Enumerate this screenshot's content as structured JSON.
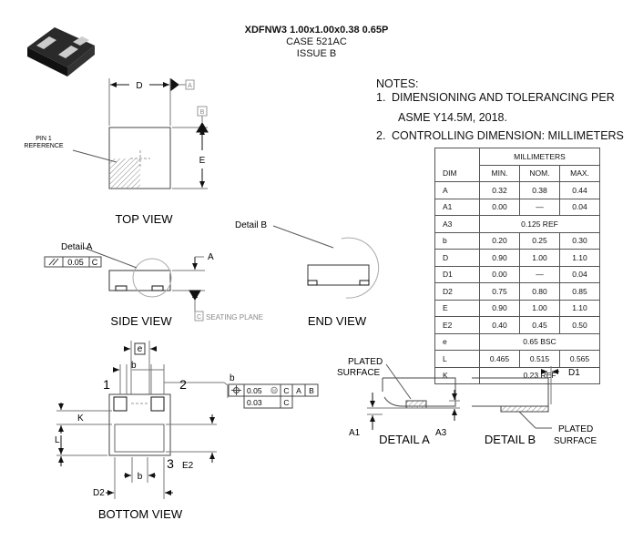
{
  "header": {
    "title": "XDFNW3 1.00x1.00x0.38 0.65P",
    "case": "CASE 521AC",
    "issue": "ISSUE B"
  },
  "notes": {
    "heading": "NOTES:",
    "items": [
      {
        "num": "1.",
        "line1": "DIMENSIONING AND TOLERANCING PER",
        "line2": "ASME Y14.5M, 2018."
      },
      {
        "num": "2.",
        "line1": "CONTROLLING DIMENSION: MILLIMETERS"
      }
    ]
  },
  "table": {
    "group_header": "MILLIMETERS",
    "headers": [
      "DIM",
      "MIN.",
      "NOM.",
      "MAX."
    ],
    "rows": [
      {
        "dim": "A",
        "min": "0.32",
        "nom": "0.38",
        "max": "0.44"
      },
      {
        "dim": "A1",
        "min": "0.00",
        "nom": "—",
        "max": "0.04"
      },
      {
        "dim": "A3",
        "span": "0.125 REF"
      },
      {
        "dim": "b",
        "min": "0.20",
        "nom": "0.25",
        "max": "0.30"
      },
      {
        "dim": "D",
        "min": "0.90",
        "nom": "1.00",
        "max": "1.10"
      },
      {
        "dim": "D1",
        "min": "0.00",
        "nom": "—",
        "max": "0.04"
      },
      {
        "dim": "D2",
        "min": "0.75",
        "nom": "0.80",
        "max": "0.85"
      },
      {
        "dim": "E",
        "min": "0.90",
        "nom": "1.00",
        "max": "1.10"
      },
      {
        "dim": "E2",
        "min": "0.40",
        "nom": "0.45",
        "max": "0.50"
      },
      {
        "dim": "e",
        "span": "0.65 BSC"
      },
      {
        "dim": "L",
        "min": "0.465",
        "nom": "0.515",
        "max": "0.565"
      },
      {
        "dim": "K",
        "span": "0.23 REF"
      }
    ]
  },
  "views": {
    "top": "TOP VIEW",
    "side": "SIDE VIEW",
    "end": "END VIEW",
    "bottom": "BOTTOM VIEW",
    "detail_a": "DETAIL A",
    "detail_b": "DETAIL B"
  },
  "labels": {
    "pin1_line1": "PIN 1",
    "pin1_line2": "REFERENCE",
    "D": "D",
    "E": "E",
    "A": "A",
    "B": "B",
    "A_box": "A",
    "B_box": "B",
    "detail_a_callout": "Detail A",
    "detail_b_callout": "Detail B",
    "seating_plane": "SEATING PLANE",
    "flatness_tol": "0.05",
    "flatness_datum": "C",
    "C": "C",
    "e": "e",
    "b": "b",
    "K": "K",
    "L": "L",
    "E2": "E2",
    "D2": "D2",
    "pin_1": "1",
    "pin_2": "2",
    "pin_3": "3",
    "pos_tol": "0.05",
    "pos_mod": "M",
    "pos_datum1": "C",
    "pos_datum2": "A",
    "pos_datum3": "B",
    "pos_tol2": "0.03",
    "pos_datum4": "C",
    "plated_surface_l1": "PLATED",
    "plated_surface_l2": "SURFACE",
    "A1": "A1",
    "A3": "A3",
    "D1": "D1"
  }
}
